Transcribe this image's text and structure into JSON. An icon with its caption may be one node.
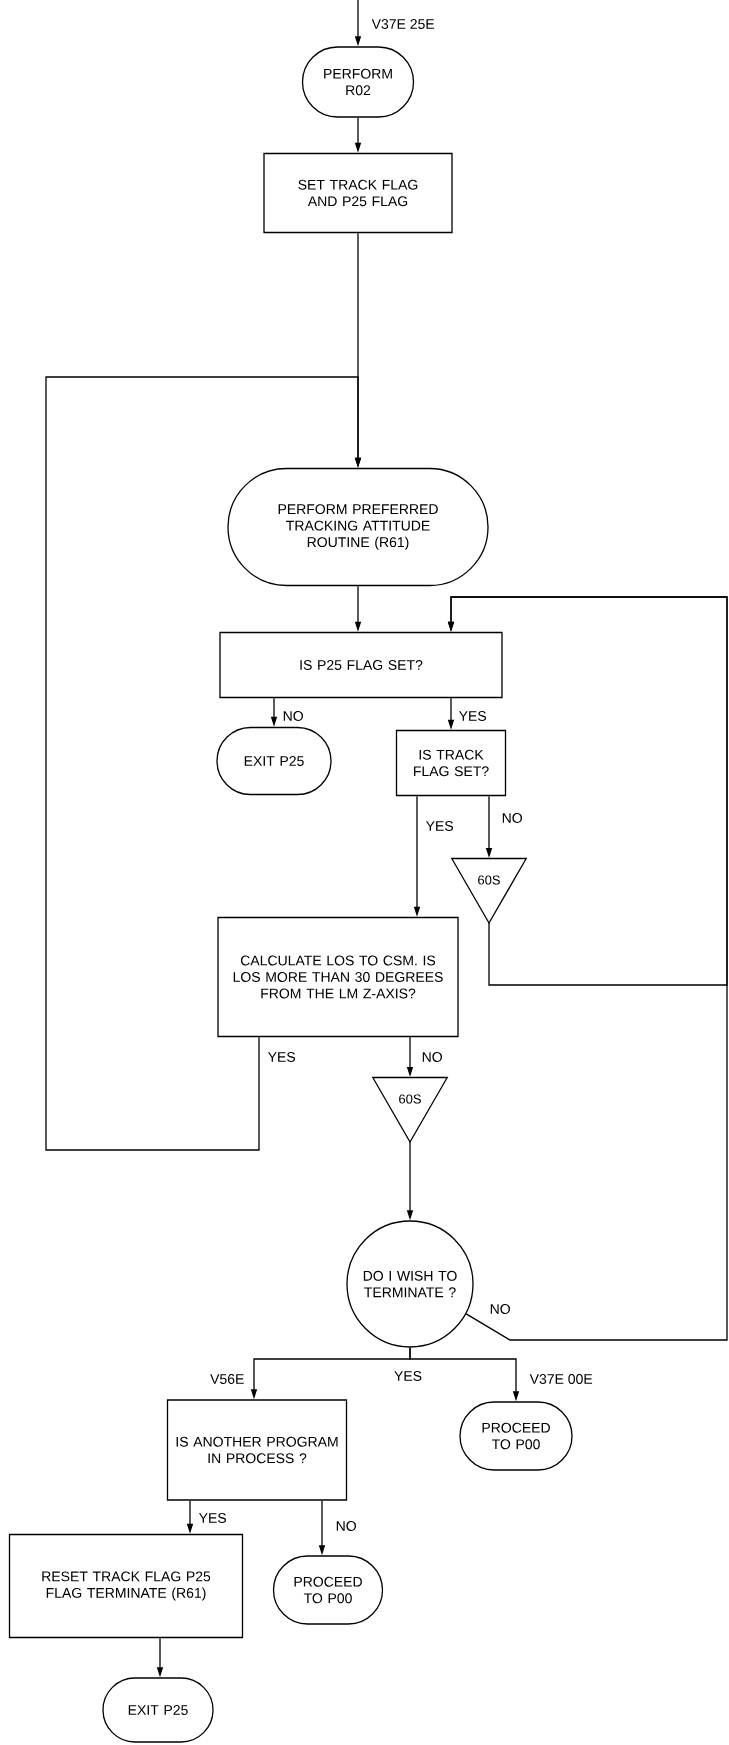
{
  "diagram": {
    "nodes": [
      {
        "text": [
          "PERFORM R02"
        ]
      },
      {
        "text": [
          "SET TRACK FLAG AND P25 FLAG"
        ]
      },
      {
        "text": [
          "PERFORM PREFERRED TRACKING ATTITUDE ROUTINE (R61)"
        ]
      },
      {
        "text": [
          "IS P25 FLAG SET?"
        ]
      },
      {
        "text": [
          "EXIT P25"
        ]
      },
      {
        "text": [
          "IS TRACK FLAG SET?"
        ]
      },
      {
        "text": [
          "CALCULATE LOS TO CSM. IS LOS MORE THAN 30 DEGREES FROM THE LM Z-AXIS?"
        ]
      },
      {
        "text": [
          "60S"
        ]
      },
      {
        "text": [
          "60S"
        ]
      },
      {
        "text": [
          "DO I WISH TO TERMINATE ?"
        ]
      },
      {
        "text": [
          "IS ANOTHER PROGRAM IN PROCESS ?"
        ]
      },
      {
        "text": [
          "PROCEED TO P00"
        ]
      },
      {
        "text": [
          "RESET TRACK FLAG P25 FLAG TERMINATE (R61)"
        ]
      },
      {
        "text": [
          "PROCEED TO P00"
        ]
      },
      {
        "text": [
          "EXIT P25"
        ]
      }
    ],
    "edges": [
      {
        "from": null,
        "to": 0,
        "arrow": "to",
        "label": "V37E 25E"
      },
      {
        "from": 0,
        "to": 1,
        "arrow": "to"
      },
      {
        "from": 1,
        "to": 2,
        "arrow": "to"
      },
      {
        "from": 2,
        "to": 3,
        "arrow": "to"
      },
      {
        "from": 3,
        "to": 4,
        "arrow": "to",
        "label": "NO"
      },
      {
        "from": 3,
        "to": 5,
        "arrow": "to",
        "label": "YES"
      },
      {
        "from": 5,
        "to": 6,
        "arrow": "to",
        "label": "YES"
      },
      {
        "from": 5,
        "to": 7,
        "arrow": "to",
        "label": "NO"
      },
      {
        "from": 7,
        "to": 3,
        "arrow": "to"
      },
      {
        "from": 6,
        "to": 2,
        "arrow": "to",
        "label": "YES"
      },
      {
        "from": 6,
        "to": 8,
        "arrow": "to",
        "label": "NO"
      },
      {
        "from": 8,
        "to": 9,
        "arrow": "to"
      },
      {
        "from": 9,
        "to": 3,
        "arrow": "to",
        "label": "NO"
      },
      {
        "from": 9,
        "to": 10,
        "arrow": "to",
        "label": "V56E"
      },
      {
        "from": 9,
        "to": 11,
        "arrow": "to",
        "label": "V37E 00E"
      },
      {
        "from": 10,
        "to": 12,
        "arrow": "to",
        "label": "YES"
      },
      {
        "from": 10,
        "to": 13,
        "arrow": "to",
        "label": "NO"
      },
      {
        "from": 12,
        "to": 14,
        "arrow": "to"
      }
    ],
    "labels": [
      "YES"
    ]
  }
}
